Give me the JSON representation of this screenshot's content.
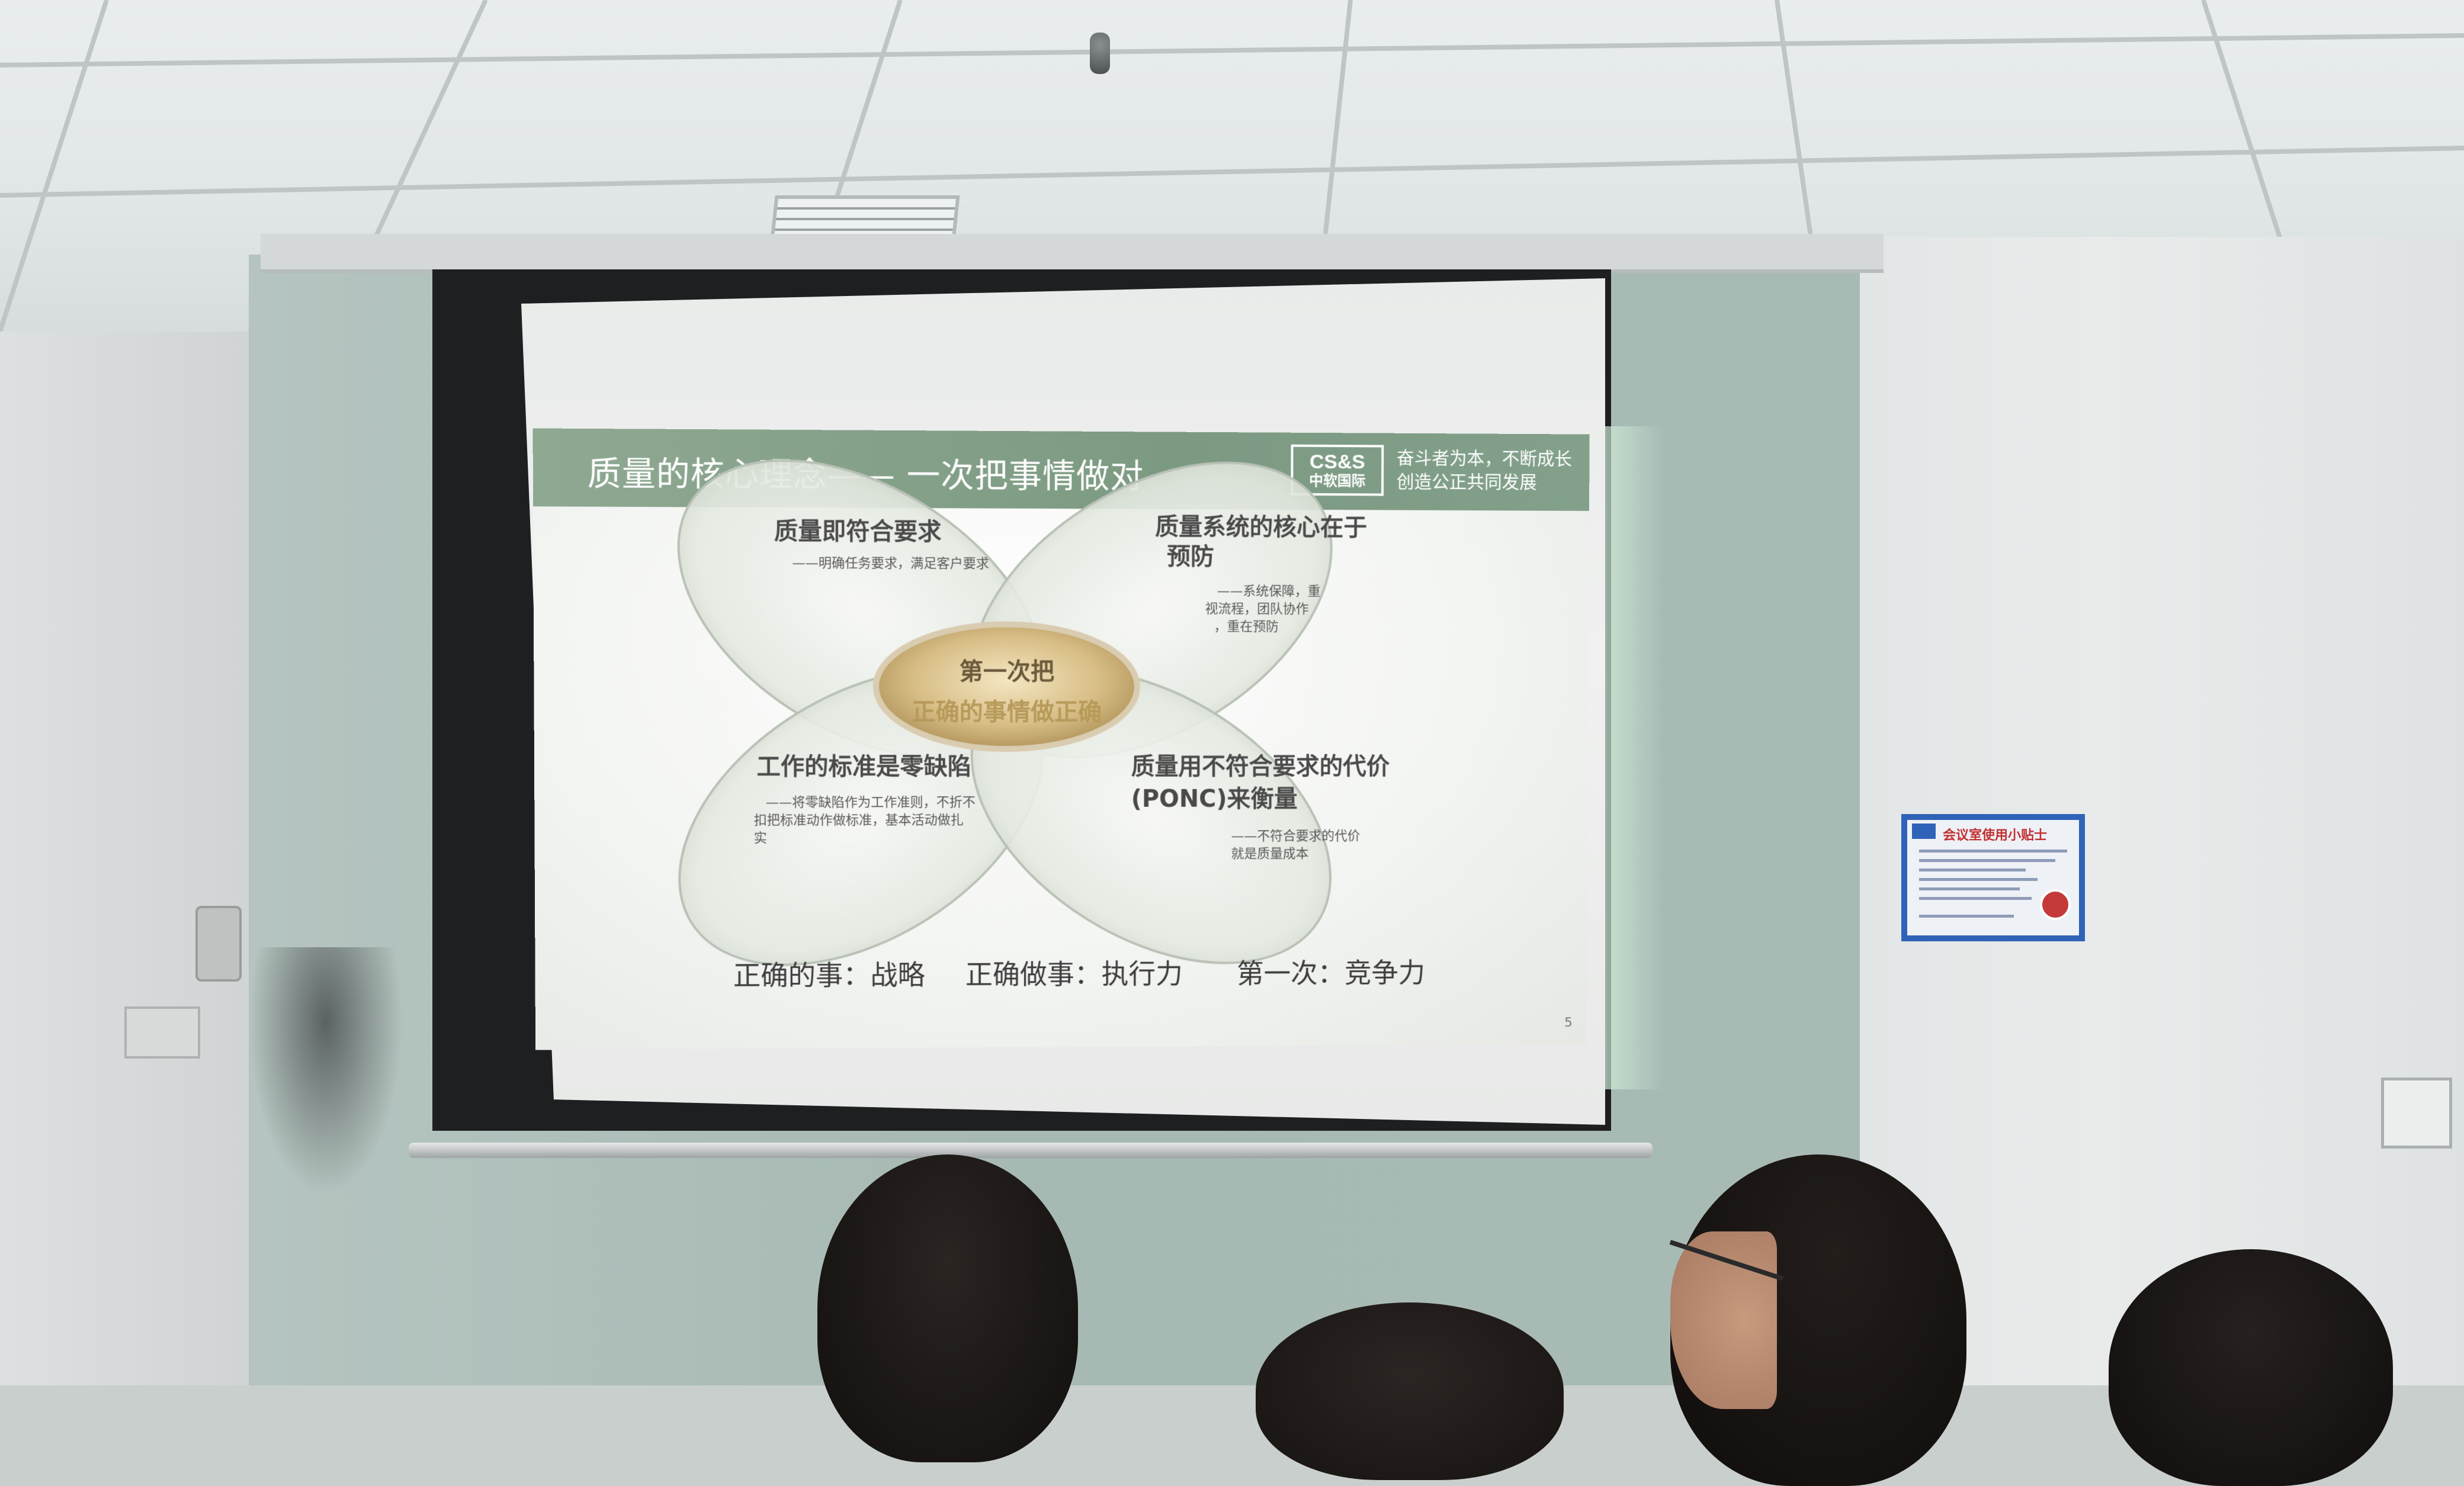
{
  "slide": {
    "title": "质量的核心理念—— 一次把事情做对",
    "brand_logo_top": "CS&S",
    "brand_logo_bottom": "中软国际",
    "brand_slogan_line1": "奋斗者为本，不断成长",
    "brand_slogan_line2": "创造公正共同发展",
    "page_number": "5"
  },
  "diagram": {
    "top_left": {
      "title": "质量即符合要求",
      "note": "——明确任务要求，满足客户要求"
    },
    "top_right": {
      "title_line1": "质量系统的核心在于",
      "title_line2": "预防",
      "note_line1": "——系统保障，重",
      "note_line2": "视流程，团队协作",
      "note_line3": "，重在预防"
    },
    "bottom_left": {
      "title": "工作的标准是零缺陷",
      "note_line1": "——将零缺陷作为工作准则，不折不",
      "note_line2": "扣把标准动作做标准，基本活动做扎",
      "note_line3": "实"
    },
    "bottom_right": {
      "title_line1": "质量用不符合要求的代价",
      "title_line2": "(PONC)来衡量",
      "note_line1": "——不符合要求的代价",
      "note_line2": "就是质量成本"
    },
    "center_line1": "第一次把",
    "center_line2": "正确的事情做正确"
  },
  "footer": {
    "item1": "正确的事：战略",
    "item2": "正确做事：执行力",
    "item3": "第一次：竞争力"
  },
  "poster": {
    "title": "会议室使用小贴士"
  },
  "colors": {
    "header_green": "#8fa892",
    "petal_fill": "#e6ebe4",
    "center_gold": "#c9b07a",
    "poster_border": "#2f63b8"
  }
}
